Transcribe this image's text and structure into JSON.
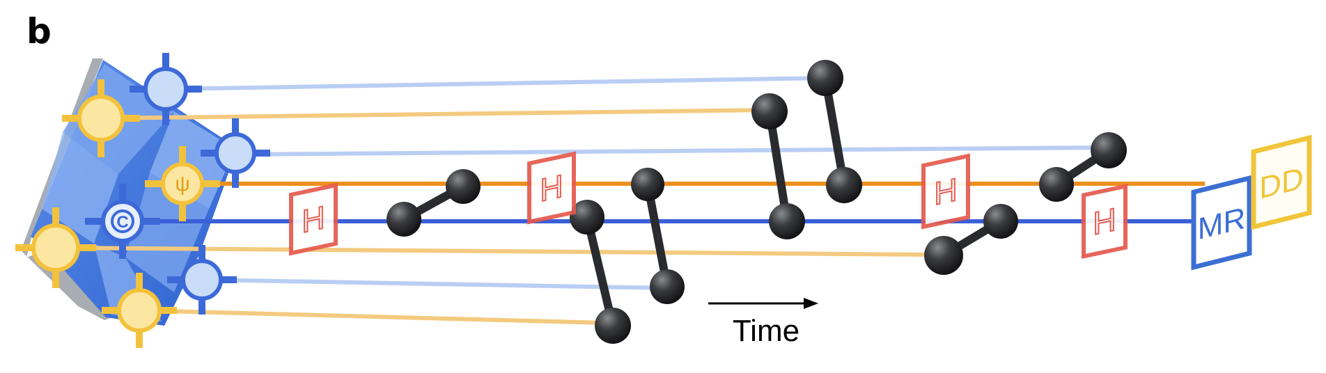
{
  "panel_label": "b",
  "time_axis": {
    "label": "Time"
  },
  "colors": {
    "chip_dark": "#3f78e0",
    "chip_light": "#8fb4f4",
    "chip_gray": "#a8acb3",
    "qubit_yellow": "#f3c23c",
    "qubit_yellow_fill": "#fbe6a2",
    "qubit_blue": "#3d69d8",
    "qubit_blue_fill": "#c9dcf8",
    "line_pale_blue": "#b9cef3",
    "line_pale_orange": "#f3ca7f",
    "line_orange": "#ec8f1d",
    "line_blue": "#3a5fd8",
    "h_gate_red": "#e55a4e",
    "mr_blue": "#3c6fd4",
    "dd_yellow": "#f0c53a",
    "cz_black": "#2a2b2e"
  },
  "gates": {
    "hadamard": "H",
    "measure_reset": "MR",
    "dynamical_decoupling": "DD"
  },
  "qubits": {
    "data_marker": "C",
    "ancilla_marker": "ψ"
  }
}
